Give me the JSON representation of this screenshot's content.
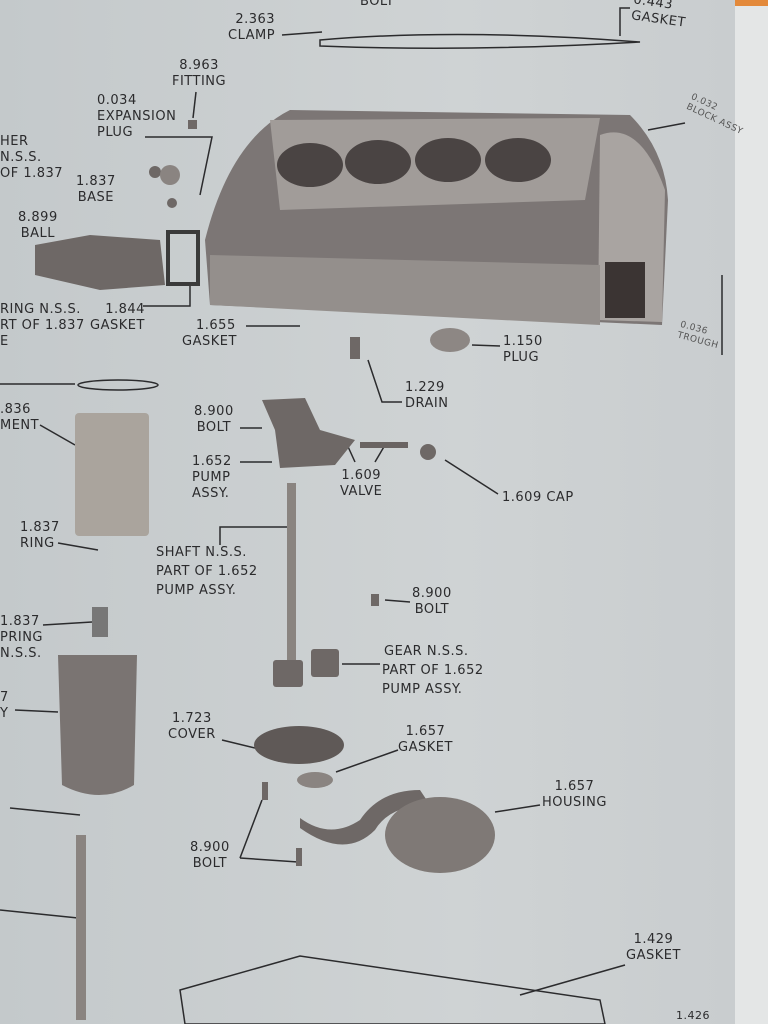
{
  "labels": {
    "bolt_top": {
      "name": "BOLT"
    },
    "clamp": {
      "num": "2.363",
      "name": "CLAMP"
    },
    "gasket_top": {
      "num": "0.443",
      "name": "GASKET"
    },
    "fitting": {
      "num": "8.963",
      "name": "FITTING"
    },
    "expansion_plug": {
      "num": "0.034",
      "name1": "EXPANSION",
      "name2": "PLUG"
    },
    "block": {
      "num": "0.032",
      "name": "BLOCK ASSY"
    },
    "washer": {
      "l1": "HER",
      "l2": "N.S.S.",
      "l3": "OF 1.837"
    },
    "base": {
      "num": "1.837",
      "name": "BASE"
    },
    "ball": {
      "num": "8.899",
      "name": "BALL"
    },
    "spring_nss": {
      "l1": "RING N.S.S.",
      "l2": "RT OF 1.837",
      "l3": "E"
    },
    "gasket_1844": {
      "num": "1.844",
      "name": "GASKET"
    },
    "gasket_1655": {
      "num": "1.655",
      "name": "GASKET"
    },
    "plug_1150": {
      "num": "1.150",
      "name": "PLUG"
    },
    "trough": {
      "num": "0.036",
      "name": "TROUGH"
    },
    "drain": {
      "num": "1.229",
      "name": "DRAIN"
    },
    "element": {
      "num": ".836",
      "name": "MENT"
    },
    "bolt_8900a": {
      "num": "8.900",
      "name": "BOLT"
    },
    "pump_assy": {
      "num": "1.652",
      "name1": "PUMP",
      "name2": "ASSY."
    },
    "valve": {
      "num": "1.609",
      "name": "VALVE"
    },
    "cap": {
      "text": "1.609 CAP"
    },
    "ring": {
      "num": "1.837",
      "name": "RING"
    },
    "shaft": {
      "l1": "SHAFT N.S.S.",
      "l2": "PART OF 1.652",
      "l3": "PUMP ASSY."
    },
    "spring": {
      "l1": "1.837",
      "l2": "PRING",
      "l3": "N.S.S."
    },
    "bolt_8900b": {
      "num": "8.900",
      "name": "BOLT"
    },
    "gear": {
      "l1": "GEAR N.S.S.",
      "l2": "PART OF 1.652",
      "l3": "PUMP ASSY."
    },
    "body": {
      "l1": "7",
      "l2": "Y"
    },
    "cover": {
      "num": "1.723",
      "name": "COVER"
    },
    "gasket_1657": {
      "num": "1.657",
      "name": "GASKET"
    },
    "housing": {
      "num": "1.657",
      "name": "HOUSING"
    },
    "bolt_8900c": {
      "num": "8.900",
      "name": "BOLT"
    },
    "gasket_1429": {
      "num": "1.429",
      "name": "GASKET"
    },
    "pan": {
      "num": "1.426"
    }
  }
}
